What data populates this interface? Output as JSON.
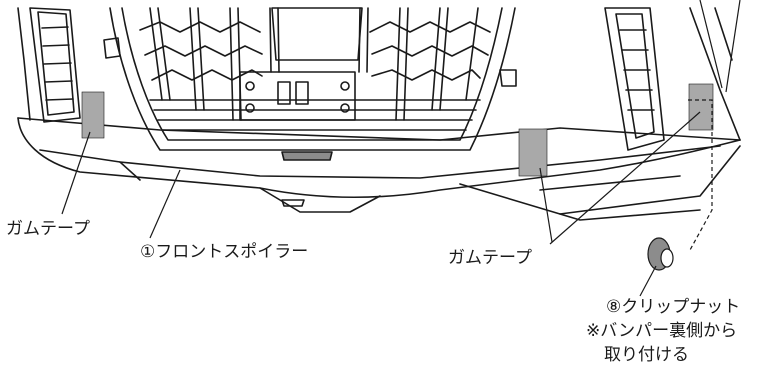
{
  "labels": {
    "tape_left": "ガムテープ",
    "front_spoiler": "①フロントスポイラー",
    "tape_center": "ガムテープ",
    "clip_nut": "⑧クリップナット",
    "note_line1": "※バンパー裏側から",
    "note_line2": "取り付ける"
  },
  "colors": {
    "line": "#1a1a1a",
    "tape": "#a9a9a9",
    "background": "#ffffff"
  }
}
